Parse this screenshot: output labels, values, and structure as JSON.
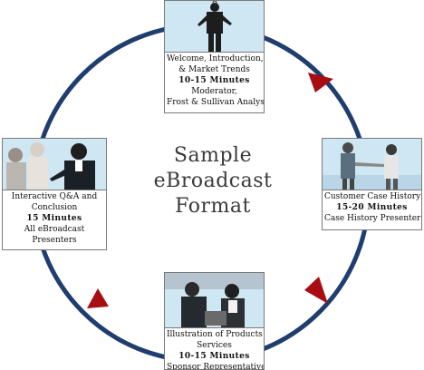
{
  "title_lines": [
    "Sample",
    "eBroadcast",
    "Format"
  ],
  "colors": {
    "ring": "#1f3d6e",
    "arrow": "#a80d12",
    "photo_bg": "#cfe6f3",
    "border": "#7a7a7a"
  },
  "nodes": {
    "top": {
      "lines": [
        "Welcome, Introduction,",
        "& Market Trends"
      ],
      "duration": "10-15 Minutes",
      "presenter": [
        "Moderator,",
        "Frost & Sullivan Analyst"
      ]
    },
    "right": {
      "lines": [
        "Customer Case History"
      ],
      "duration": "15-20 Minutes",
      "presenter": [
        "Case History Presenter"
      ]
    },
    "bottom": {
      "lines": [
        "Illustration of Products &",
        "Services"
      ],
      "duration": "10-15 Minutes",
      "presenter": [
        "Sponsor Representative"
      ]
    },
    "left": {
      "lines": [
        "Interactive Q&A and",
        "Conclusion"
      ],
      "duration": "15 Minutes",
      "presenter": [
        "All eBroadcast",
        "Presenters"
      ]
    }
  }
}
